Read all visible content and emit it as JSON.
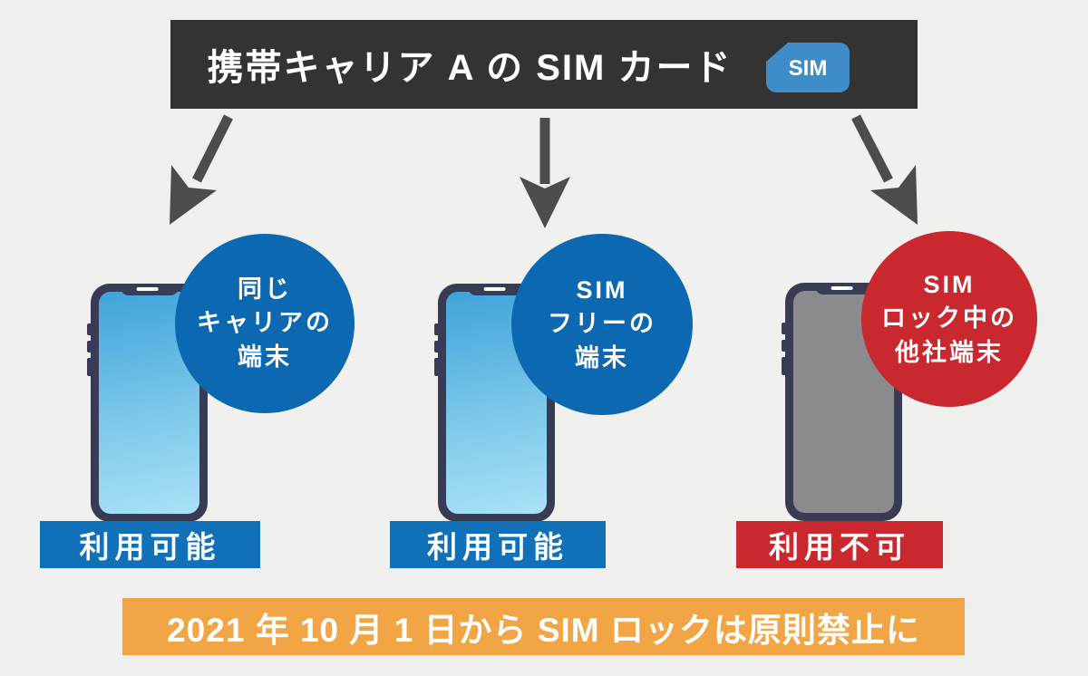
{
  "header": {
    "title": "携帯キャリア A の SIM カード",
    "sim_badge": "SIM"
  },
  "columns": [
    {
      "bubble": [
        "同じ",
        "キャリアの",
        "端末"
      ],
      "bubble_color": "#0d68b2",
      "phone_screen": "blue",
      "status": "利用可能",
      "status_color": "#1070b8"
    },
    {
      "bubble": [
        "SIM",
        "フリーの",
        "端末"
      ],
      "bubble_color": "#0d68b2",
      "phone_screen": "blue",
      "status": "利用可能",
      "status_color": "#1070b8"
    },
    {
      "bubble": [
        "SIM",
        "ロック中の",
        "他社端末"
      ],
      "bubble_color": "#c8282e",
      "phone_screen": "gray",
      "status": "利用不可",
      "status_color": "#c8282e"
    }
  ],
  "footer": {
    "text": "2021 年 10 月 1 日から SIM ロックは原則禁止に"
  },
  "colors": {
    "background": "#f0f0ef",
    "banner_dark": "#333333",
    "sim_chip_blue": "#3e8dc9",
    "bubble_blue": "#0d68b2",
    "status_blue": "#1070b8",
    "red": "#c8282e",
    "footer_orange": "#f1a544",
    "arrow_gray": "#4c4c4c",
    "phone_body_navy": "#393b54",
    "screen_blue_top": "#3fa4da",
    "screen_blue_bottom": "#a9e2f6",
    "screen_gray": "#8b8b8f"
  }
}
